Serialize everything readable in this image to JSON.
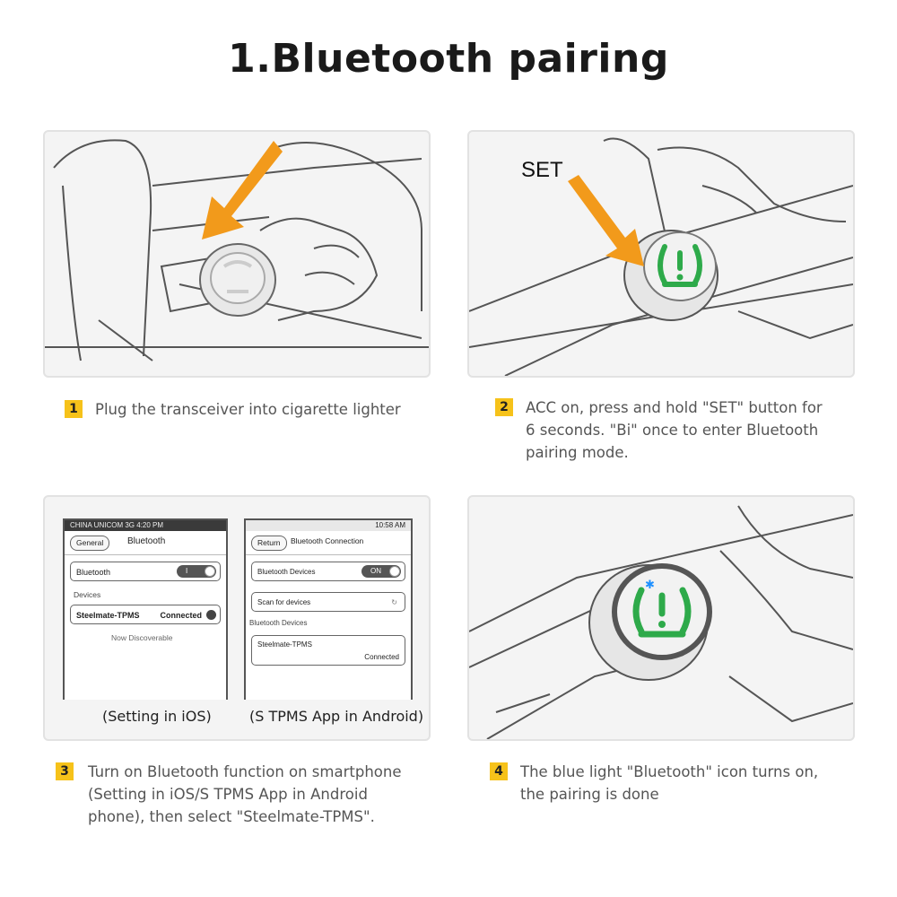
{
  "title": "1.Bluetooth pairing",
  "colors": {
    "accent": "#f6c21a",
    "arrow": "#f29a1b",
    "icon_green": "#2eaa4a",
    "bluetooth_blue": "#1e90ff"
  },
  "panel2": {
    "set_label": "SET"
  },
  "ios_screen": {
    "status": "CHINA UNICOM 3G    4:20 PM",
    "back": "General",
    "title": "Bluetooth",
    "bt_label": "Bluetooth",
    "toggle": "I",
    "devices_header": "Devices",
    "device_name": "Steelmate-TPMS",
    "device_status": "Connected",
    "discoverable": "Now Discoverable"
  },
  "android_screen": {
    "status": "10:58 AM",
    "back": "Return",
    "title": "Bluetooth Connection",
    "bt_devices_label": "Bluetooth Devices",
    "toggle": "ON",
    "scan": "Scan for devices",
    "section": "Bluetooth Devices",
    "device_name": "Steelmate-TPMS",
    "device_status": "Connected"
  },
  "captions": {
    "ios": "(Setting in iOS)",
    "android": "(S TPMS App in Android)"
  },
  "steps": [
    {
      "num": "1",
      "text": "Plug the transceiver into cigarette lighter"
    },
    {
      "num": "2",
      "lines": [
        "ACC on, press and hold \"SET\" button for",
        "6 seconds. \"Bi\" once to enter Bluetooth",
        "pairing mode."
      ]
    },
    {
      "num": "3",
      "lines": [
        "Turn on Bluetooth function on smartphone",
        "(Setting in iOS/S TPMS App in Android",
        "phone), then select \"Steelmate-TPMS\"."
      ]
    },
    {
      "num": "4",
      "lines": [
        "The blue light \"Bluetooth\" icon turns on,",
        "the pairing is done"
      ]
    }
  ]
}
